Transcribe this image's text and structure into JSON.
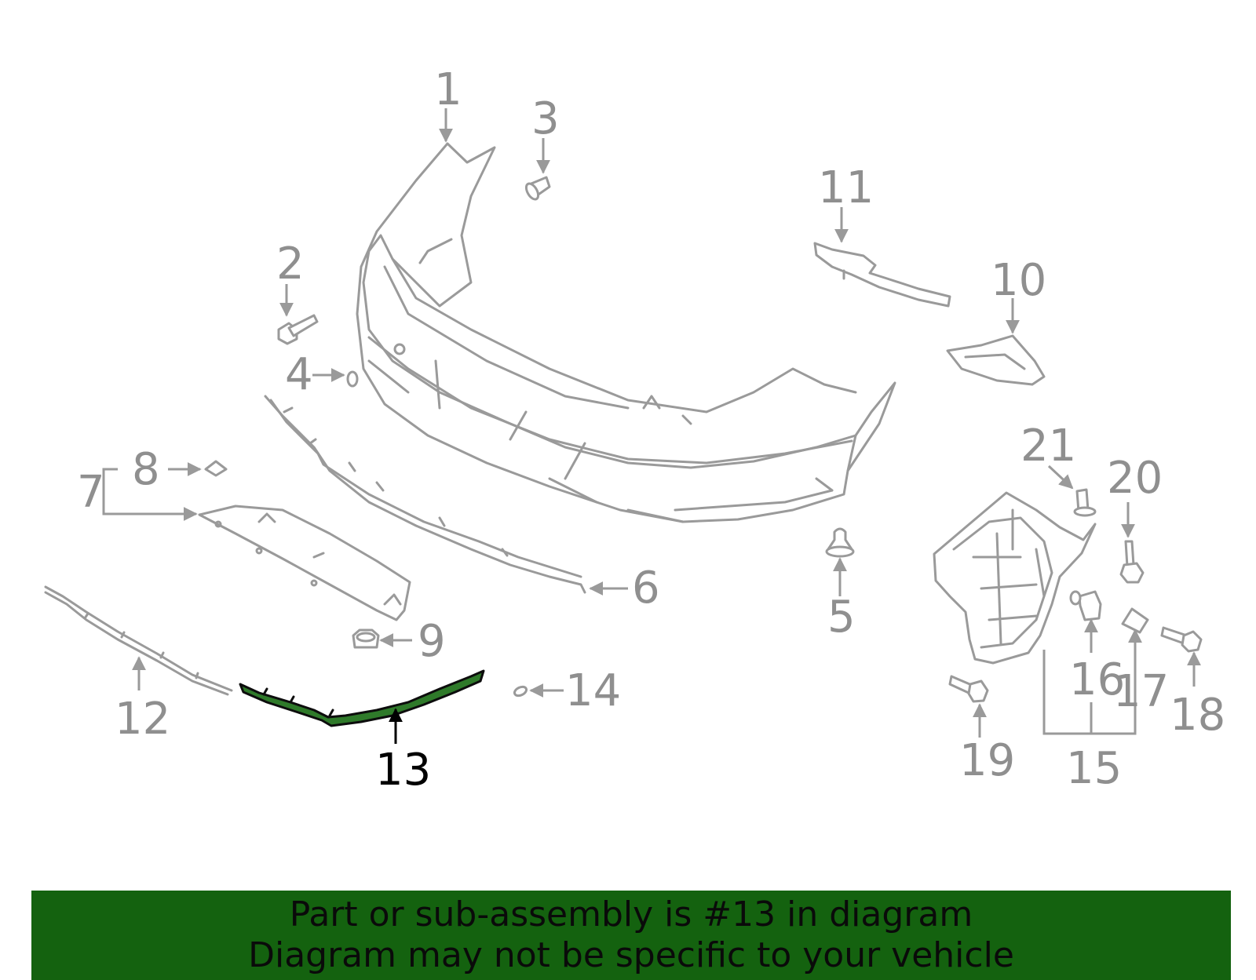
{
  "diagram": {
    "highlight_color": "#2f7a2a",
    "banner_color": "#14620f",
    "callouts": {
      "c1": "1",
      "c2": "2",
      "c3": "3",
      "c4": "4",
      "c5": "5",
      "c6": "6",
      "c7": "7",
      "c8": "8",
      "c9": "9",
      "c10": "10",
      "c11": "11",
      "c12": "12",
      "c13": "13",
      "c14": "14",
      "c15": "15",
      "c16": "16",
      "c17": "17",
      "c18": "18",
      "c19": "19",
      "c20": "20",
      "c21": "21"
    }
  },
  "banner": {
    "line1": "Part or sub-assembly is #13 in diagram",
    "line2": "Diagram may not be specific to your vehicle"
  }
}
